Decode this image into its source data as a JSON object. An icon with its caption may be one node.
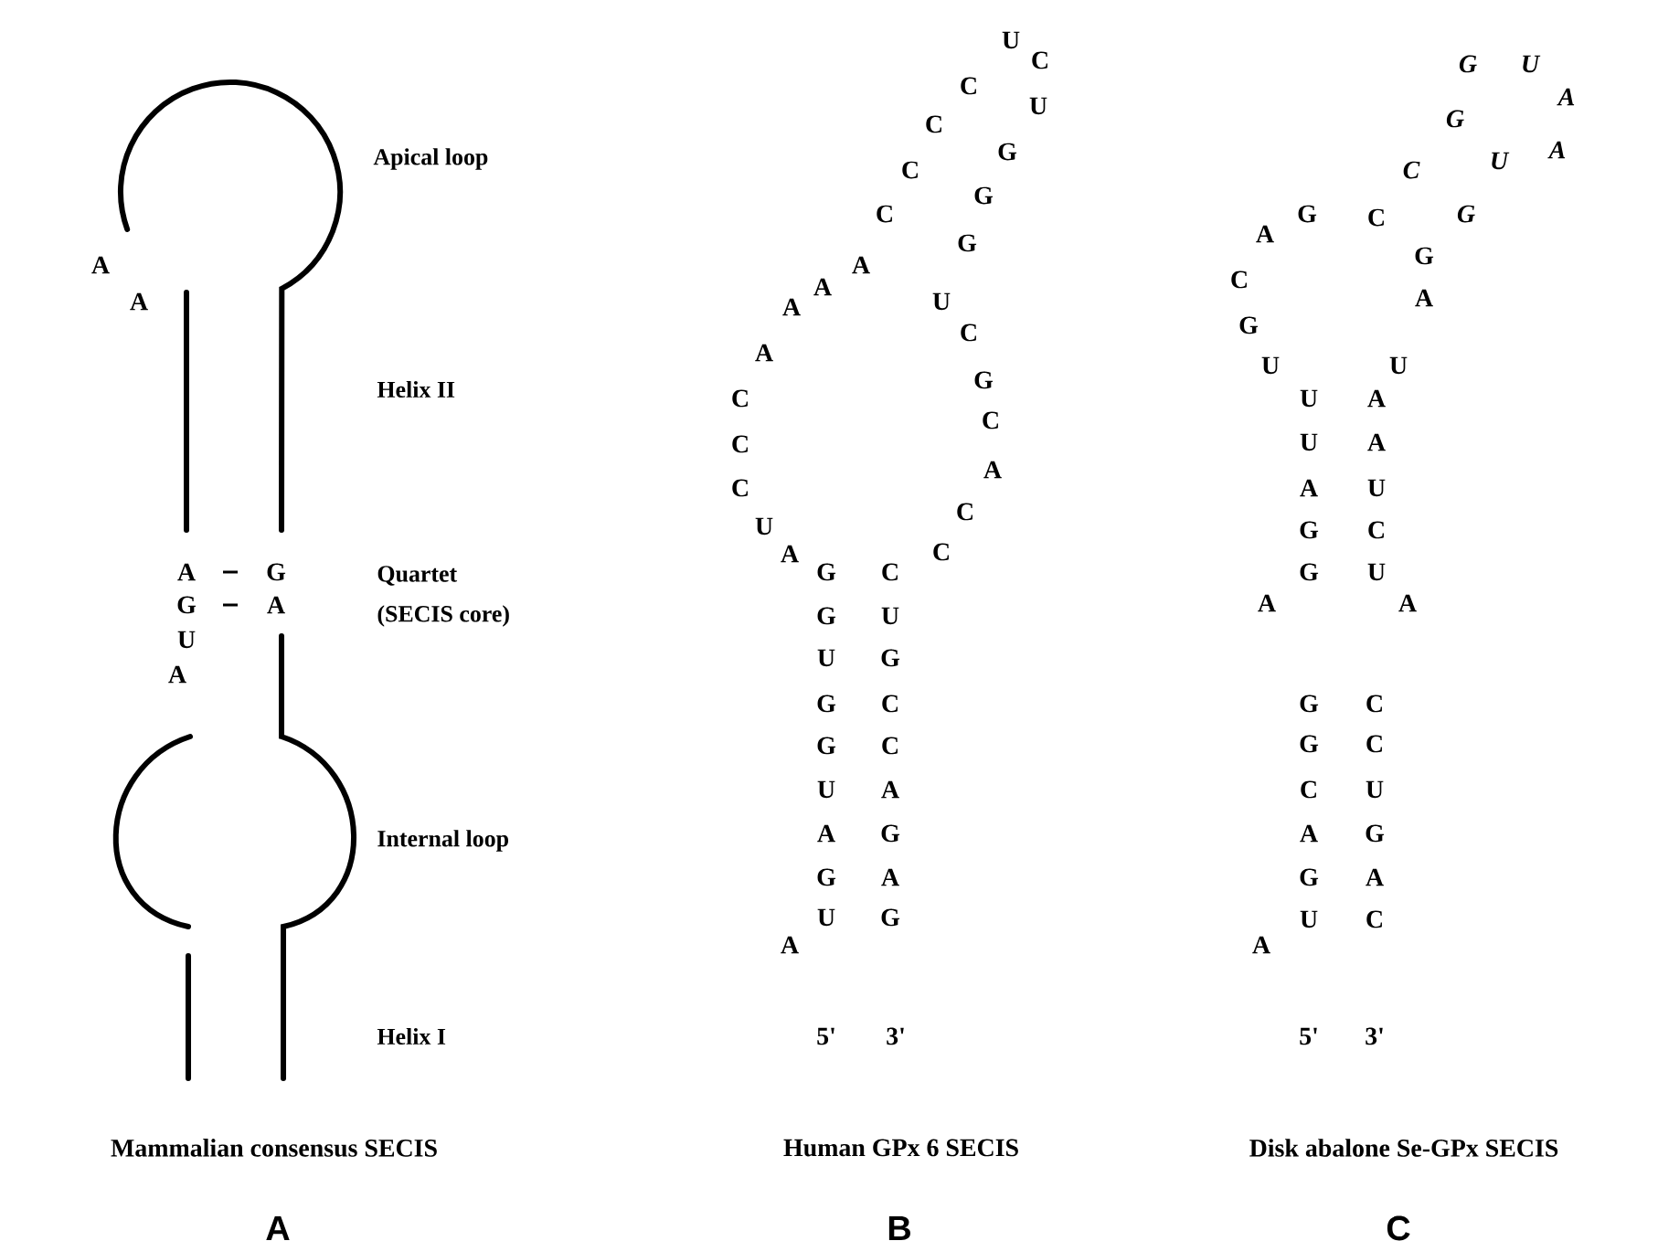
{
  "diagram": {
    "labels": [
      "Apical loop",
      "A",
      "A",
      "Helix II",
      "A",
      "G",
      "Quartet",
      "G",
      "A",
      "(SECIS core)",
      "U",
      "A",
      "Internal loop",
      "Helix I",
      "Mammalian consensus SECIS",
      "A",
      "U",
      "C",
      "C",
      "U",
      "C",
      "G",
      "C",
      "G",
      "C",
      "G",
      "A",
      "A",
      "A",
      "U",
      "C",
      "A",
      "G",
      "C",
      "C",
      "C",
      "A",
      "C",
      "C",
      "U",
      "A",
      "C",
      "G",
      "C",
      "G",
      "U",
      "U",
      "G",
      "G",
      "C",
      "G",
      "C",
      "U",
      "A",
      "A",
      "G",
      "G",
      "A",
      "U",
      "G",
      "A",
      "5'",
      "3'",
      "Human GPx 6 SECIS",
      "B",
      "G",
      "U",
      "A",
      "G",
      "A",
      "U",
      "C",
      "G",
      "C",
      "G",
      "A",
      "G",
      "C",
      "A",
      "G",
      "U",
      "U",
      "U",
      "A",
      "U",
      "A",
      "A",
      "U",
      "G",
      "C",
      "G",
      "U",
      "A",
      "A",
      "G",
      "C",
      "G",
      "C",
      "C",
      "U",
      "A",
      "G",
      "G",
      "A",
      "U",
      "C",
      "A",
      "5'",
      "3'",
      "Disk abalone Se-GPx SECIS",
      "C"
    ]
  }
}
